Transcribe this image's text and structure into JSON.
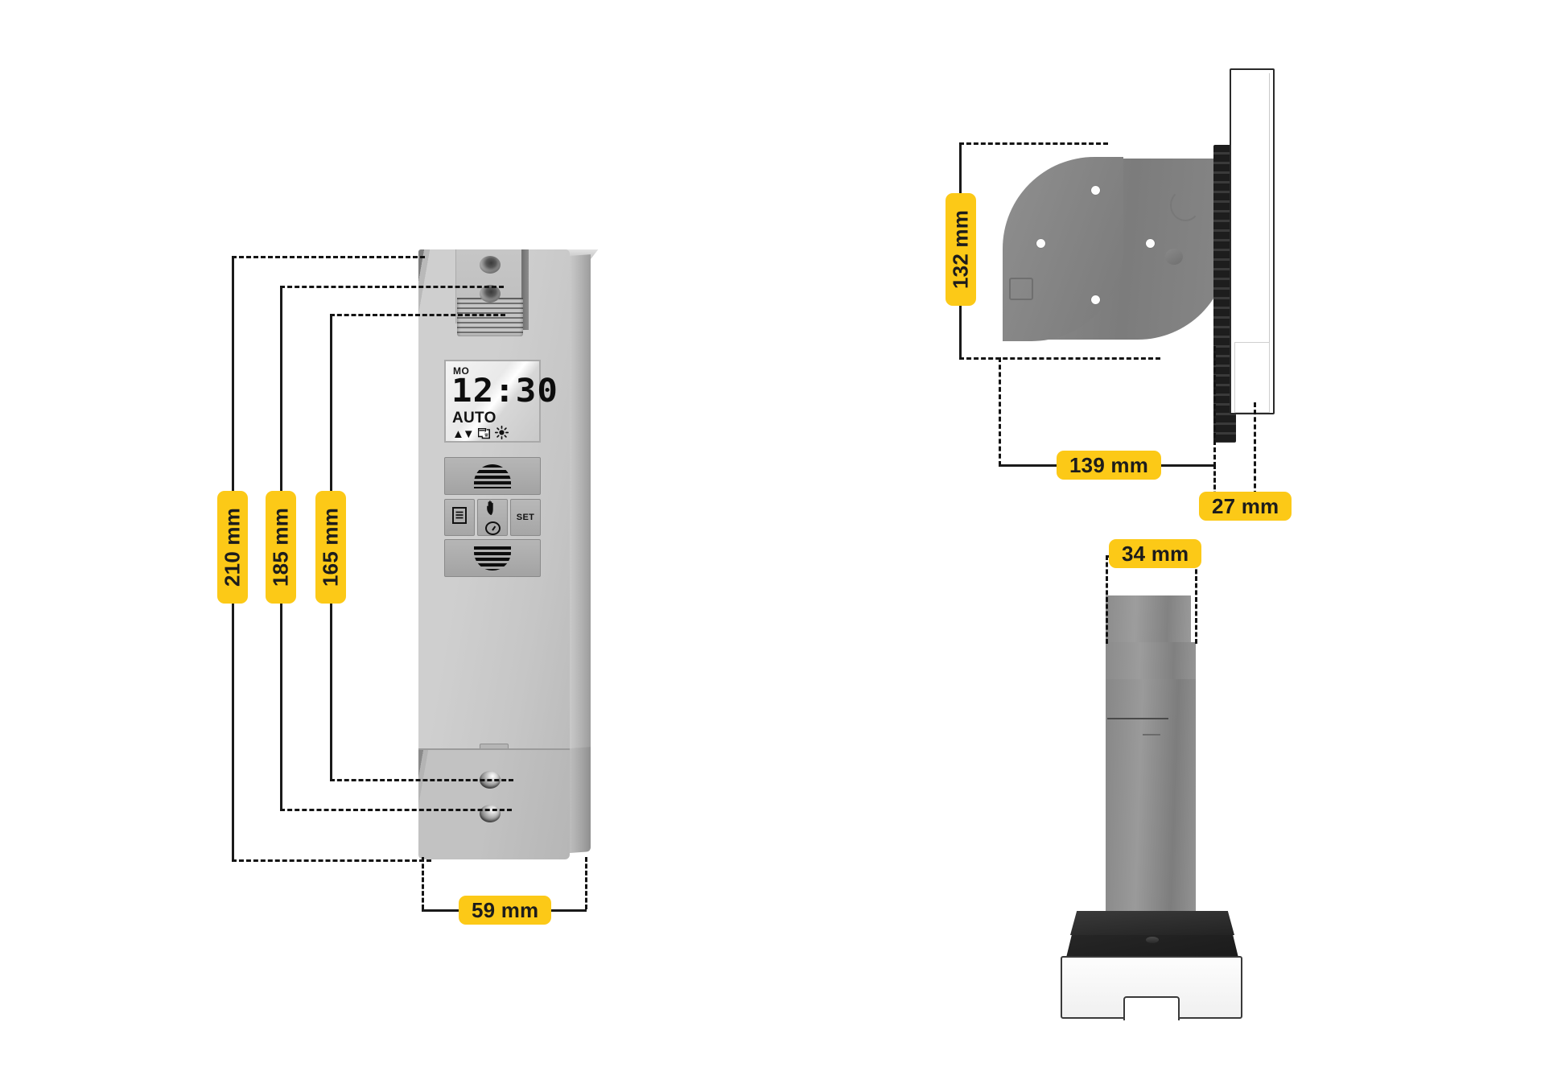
{
  "drawing": {
    "title": "Shutter timer controller dimensional drawing",
    "accent_color": "#FCC917",
    "line_color": "#141414"
  },
  "dimensions": {
    "front_view": [
      {
        "id": "height-total",
        "value": "210 mm",
        "orientation": "vertical",
        "refers_to": "overall-device-height"
      },
      {
        "id": "height-upper",
        "value": "185 mm",
        "orientation": "vertical",
        "refers_to": "screw-hole-spacing-outer"
      },
      {
        "id": "height-inner",
        "value": "165 mm",
        "orientation": "vertical",
        "refers_to": "screw-hole-spacing-inner"
      },
      {
        "id": "width-total",
        "value": "59 mm",
        "orientation": "horizontal",
        "refers_to": "overall-device-width"
      }
    ],
    "side_view": [
      {
        "id": "box-height",
        "value": "132 mm",
        "orientation": "vertical",
        "refers_to": "back-box-height"
      },
      {
        "id": "box-depth",
        "value": "139 mm",
        "orientation": "horizontal",
        "refers_to": "back-box-depth"
      },
      {
        "id": "faceplate-depth",
        "value": "27 mm",
        "orientation": "horizontal",
        "refers_to": "faceplate-thickness"
      }
    ],
    "perspective_view": [
      {
        "id": "body-width",
        "value": "34 mm",
        "orientation": "horizontal",
        "refers_to": "device-body-width"
      }
    ]
  },
  "device": {
    "display": {
      "day": "MO",
      "time": "12:30",
      "mode": "AUTO",
      "icons": {
        "arrows": "▲▼",
        "days": "🗓",
        "sun": "☀"
      }
    },
    "buttons": {
      "shutter_up": "shutter-up",
      "shutter_down": "shutter-down",
      "menu": "menu",
      "manual_auto": "manual-auto",
      "set_label": "SET"
    }
  }
}
